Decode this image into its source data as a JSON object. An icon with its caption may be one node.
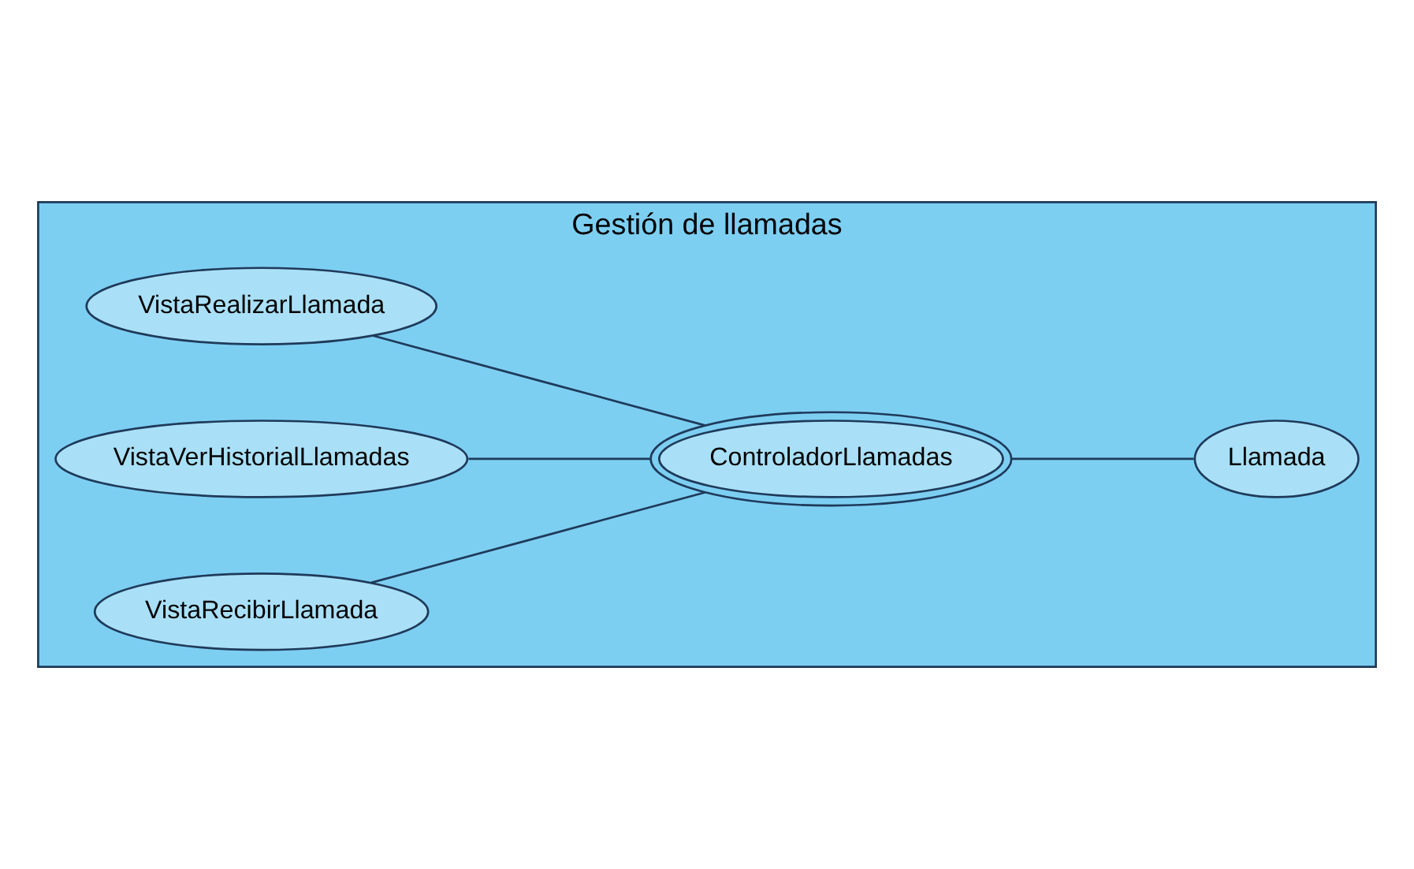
{
  "diagram": {
    "nodes": [
      {
        "text": [
          "Gestión de llamadas"
        ]
      },
      {
        "text": [
          "VistaRealizarLlamada"
        ],
        "in": 0
      },
      {
        "text": [
          "VistaVerHistorialLlamadas"
        ],
        "in": 0
      },
      {
        "text": [
          "VistaRecibirLlamada"
        ],
        "in": 0
      },
      {
        "text": [
          "ControladorLlamadas"
        ],
        "in": 0
      },
      {
        "text": [
          "Llamada"
        ],
        "in": 0
      }
    ],
    "edges": [
      {
        "from": 1,
        "to": 4,
        "arrow": "none"
      },
      {
        "from": 2,
        "to": 4,
        "arrow": "none"
      },
      {
        "from": 3,
        "to": 4,
        "arrow": "none"
      },
      {
        "from": 4,
        "to": 5,
        "arrow": "none"
      }
    ]
  }
}
